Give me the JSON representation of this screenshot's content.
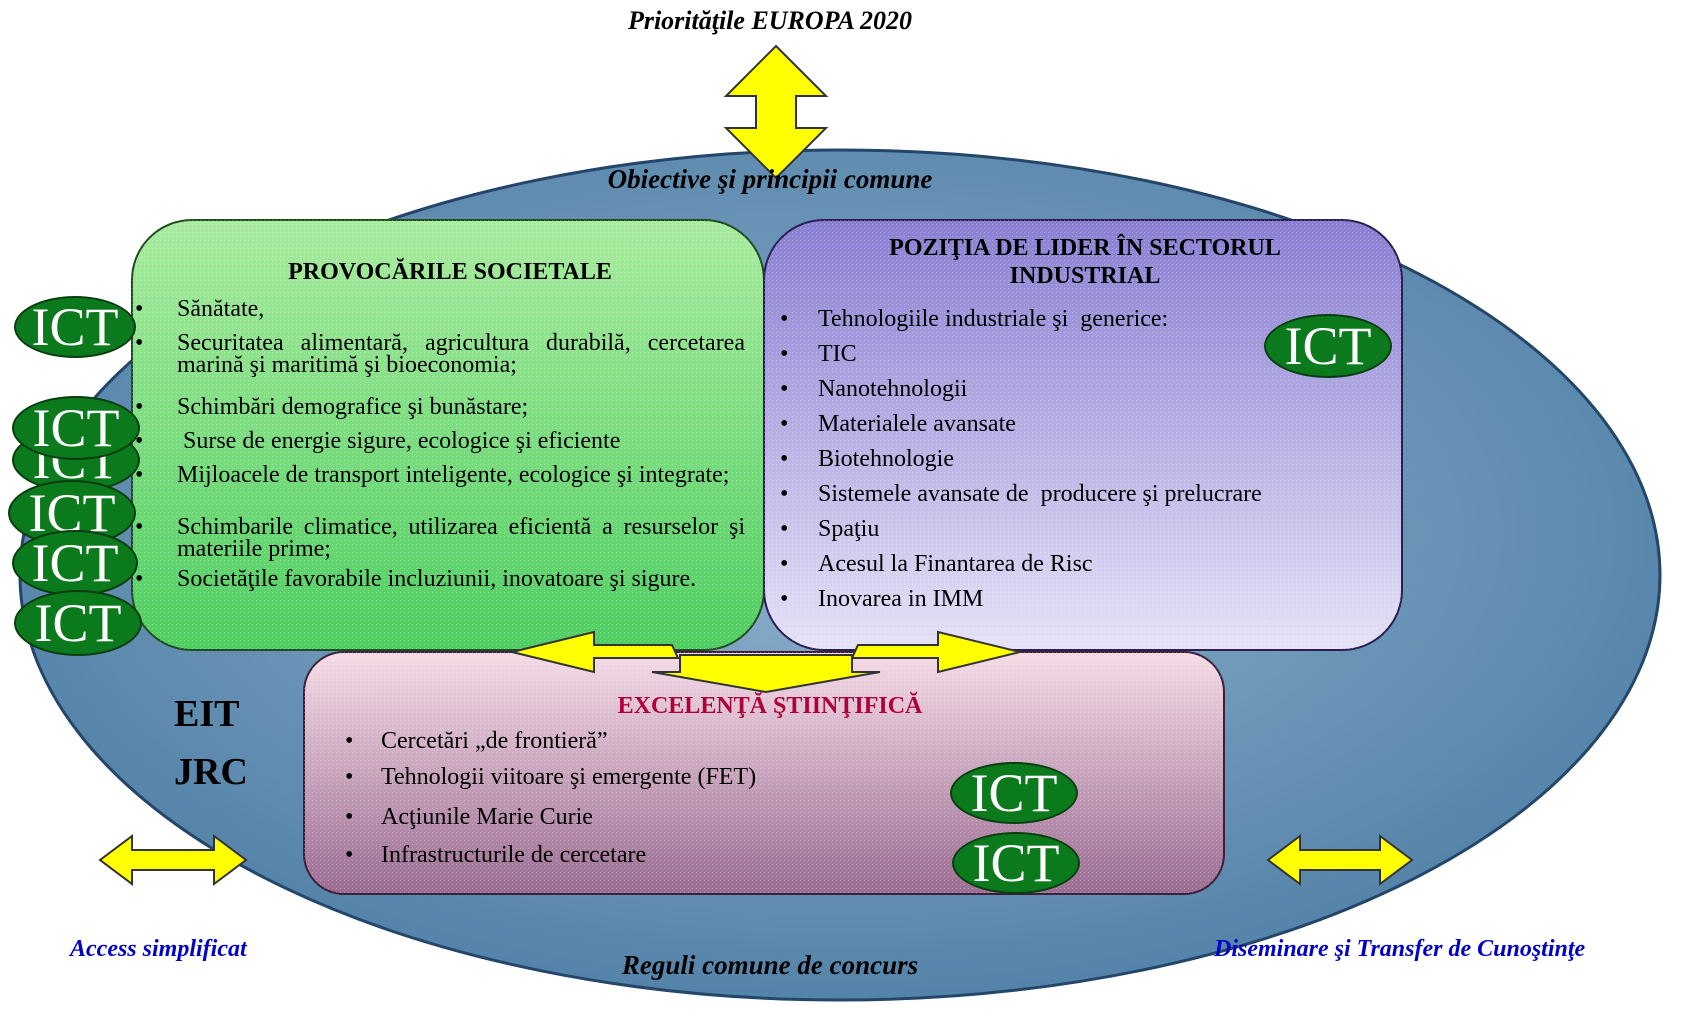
{
  "labels": {
    "top": "Priorităţile EUROPA 2020",
    "objectives": "Obiective şi principii comune",
    "rules": "Reguli comune de concurs",
    "access": "Access simplificat",
    "dissemination": "Diseminare şi Transfer de Cunoştinţe"
  },
  "societal": {
    "title": "PROVOCĂRILE SOCIETALE",
    "items": [
      "Sănătate,",
      "Securitatea alimentară, agricultura durabilă, cercetarea marină şi maritimă şi bioeconomia;",
      "Schimbări demografice şi bunăstare;",
      " Surse de energie sigure, ecologice şi eficiente",
      "Mijloacele de transport inteligente, ecologice şi integrate;",
      "Schimbarile  climatice, utilizarea eficientă a resurselor şi materiile prime;",
      "Societăţile favorabile incluziunii, inovatoare şi sigure."
    ]
  },
  "industrial": {
    "title": "POZIŢIA DE LIDER ÎN SECTORUL INDUSTRIAL",
    "items": [
      "Tehnologiile industriale şi  generice:",
      "TIC",
      "Nanotehnologii",
      "Materialele avansate",
      "Biotehnologie",
      "Sistemele avansate de  producere şi prelucrare",
      "Spaţiu",
      "Acesul la Finantarea de Risc",
      "Inovarea in IMM"
    ]
  },
  "science": {
    "title": "EXCELENŢĂ ŞTIINŢIFICĂ",
    "items": [
      "Cercetări „de frontieră”",
      "Tehnologii viitoare şi emergente (FET)",
      "Acţiunile Marie Curie",
      "Infrastructurile de cercetare"
    ]
  },
  "side": {
    "eit": "EIT",
    "jrc": "JRC"
  },
  "ict_label": "ICT",
  "colors": {
    "ellipse": "#5f8fb4",
    "green_box": "#8fe08a",
    "purple_box": "#c9c0ee",
    "pink_box": "#c79ab7",
    "arrow_fill": "#ffff00",
    "ict_fill": "#0b7a1c",
    "science_title": "#b0003a",
    "blue_text": "#0000cc"
  }
}
